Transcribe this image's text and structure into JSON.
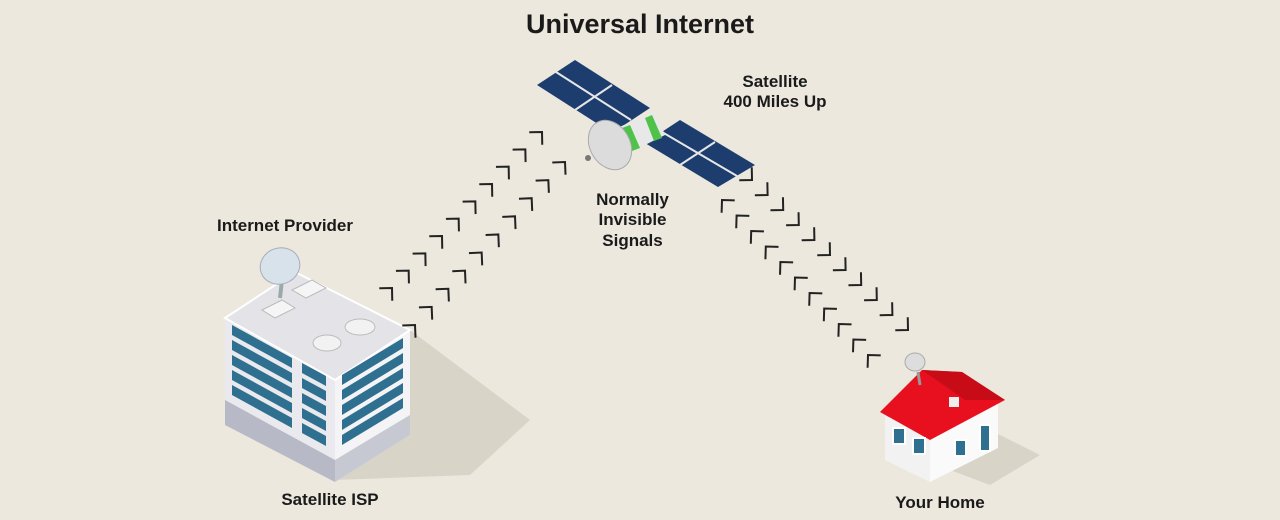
{
  "title": "Universal Internet",
  "labels": {
    "satellite_line1": "Satellite",
    "satellite_line2": "400 Miles Up",
    "signals_line1": "Normally",
    "signals_line2": "Invisible",
    "signals_line3": "Signals",
    "provider": "Internet Provider",
    "isp": "Satellite ISP",
    "home": "Your Home"
  },
  "colors": {
    "background": "#ece8de",
    "solar_panel": "#1d3d6e",
    "satellite_band": "#4fc24a",
    "roof": "#e8101e",
    "window": "#2f6f8f"
  }
}
